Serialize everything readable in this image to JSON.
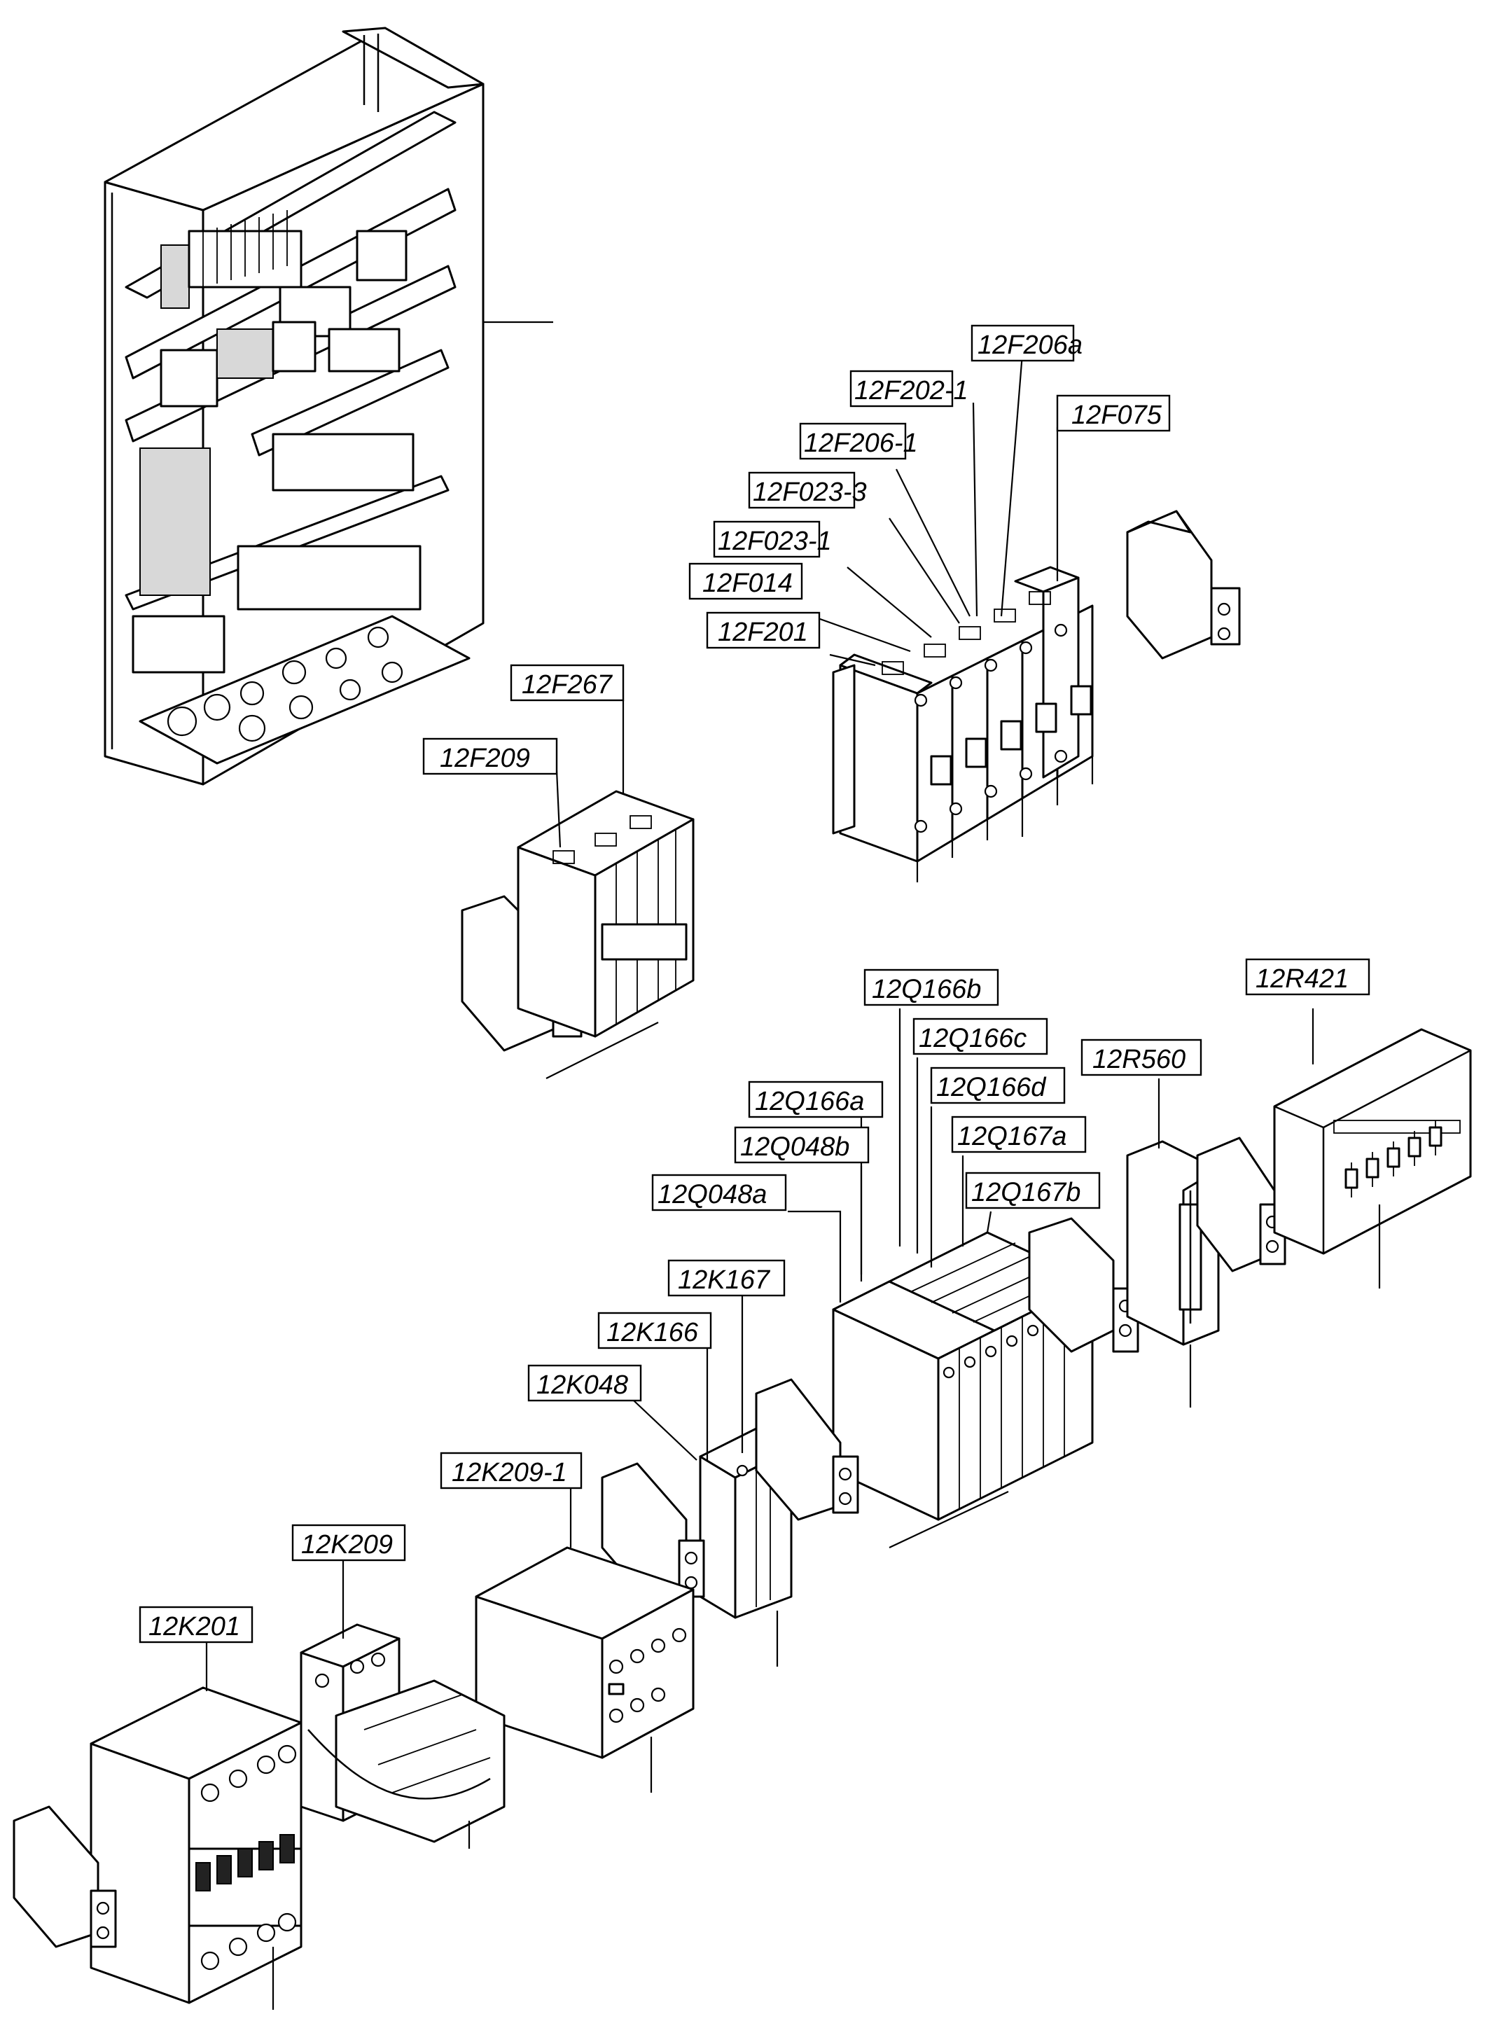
{
  "labels": [
    {
      "id": "12F206a",
      "text": "12F206a"
    },
    {
      "id": "12F202-1",
      "text": "12F202-1"
    },
    {
      "id": "12F075",
      "text": "12F075"
    },
    {
      "id": "12F206-1",
      "text": "12F206-1"
    },
    {
      "id": "12F023-3",
      "text": "12F023-3"
    },
    {
      "id": "12F023-1",
      "text": "12F023-1"
    },
    {
      "id": "12F014",
      "text": "12F014"
    },
    {
      "id": "12F201",
      "text": "12F201"
    },
    {
      "id": "12F267",
      "text": "12F267"
    },
    {
      "id": "12F209",
      "text": "12F209"
    },
    {
      "id": "12Q166b",
      "text": "12Q166b"
    },
    {
      "id": "12R421",
      "text": "12R421"
    },
    {
      "id": "12Q166c",
      "text": "12Q166c"
    },
    {
      "id": "12R560",
      "text": "12R560"
    },
    {
      "id": "12Q166d",
      "text": "12Q166d"
    },
    {
      "id": "12Q166a",
      "text": "12Q166a"
    },
    {
      "id": "12Q167a",
      "text": "12Q167a"
    },
    {
      "id": "12Q048b",
      "text": "12Q048b"
    },
    {
      "id": "12Q167b",
      "text": "12Q167b"
    },
    {
      "id": "12Q048a",
      "text": "12Q048a"
    },
    {
      "id": "12K167",
      "text": "12K167"
    },
    {
      "id": "12K166",
      "text": "12K166"
    },
    {
      "id": "12K048",
      "text": "12K048"
    },
    {
      "id": "12K209-1",
      "text": "12K209-1"
    },
    {
      "id": "12K209",
      "text": "12K209"
    },
    {
      "id": "12K201",
      "text": "12K201"
    }
  ]
}
